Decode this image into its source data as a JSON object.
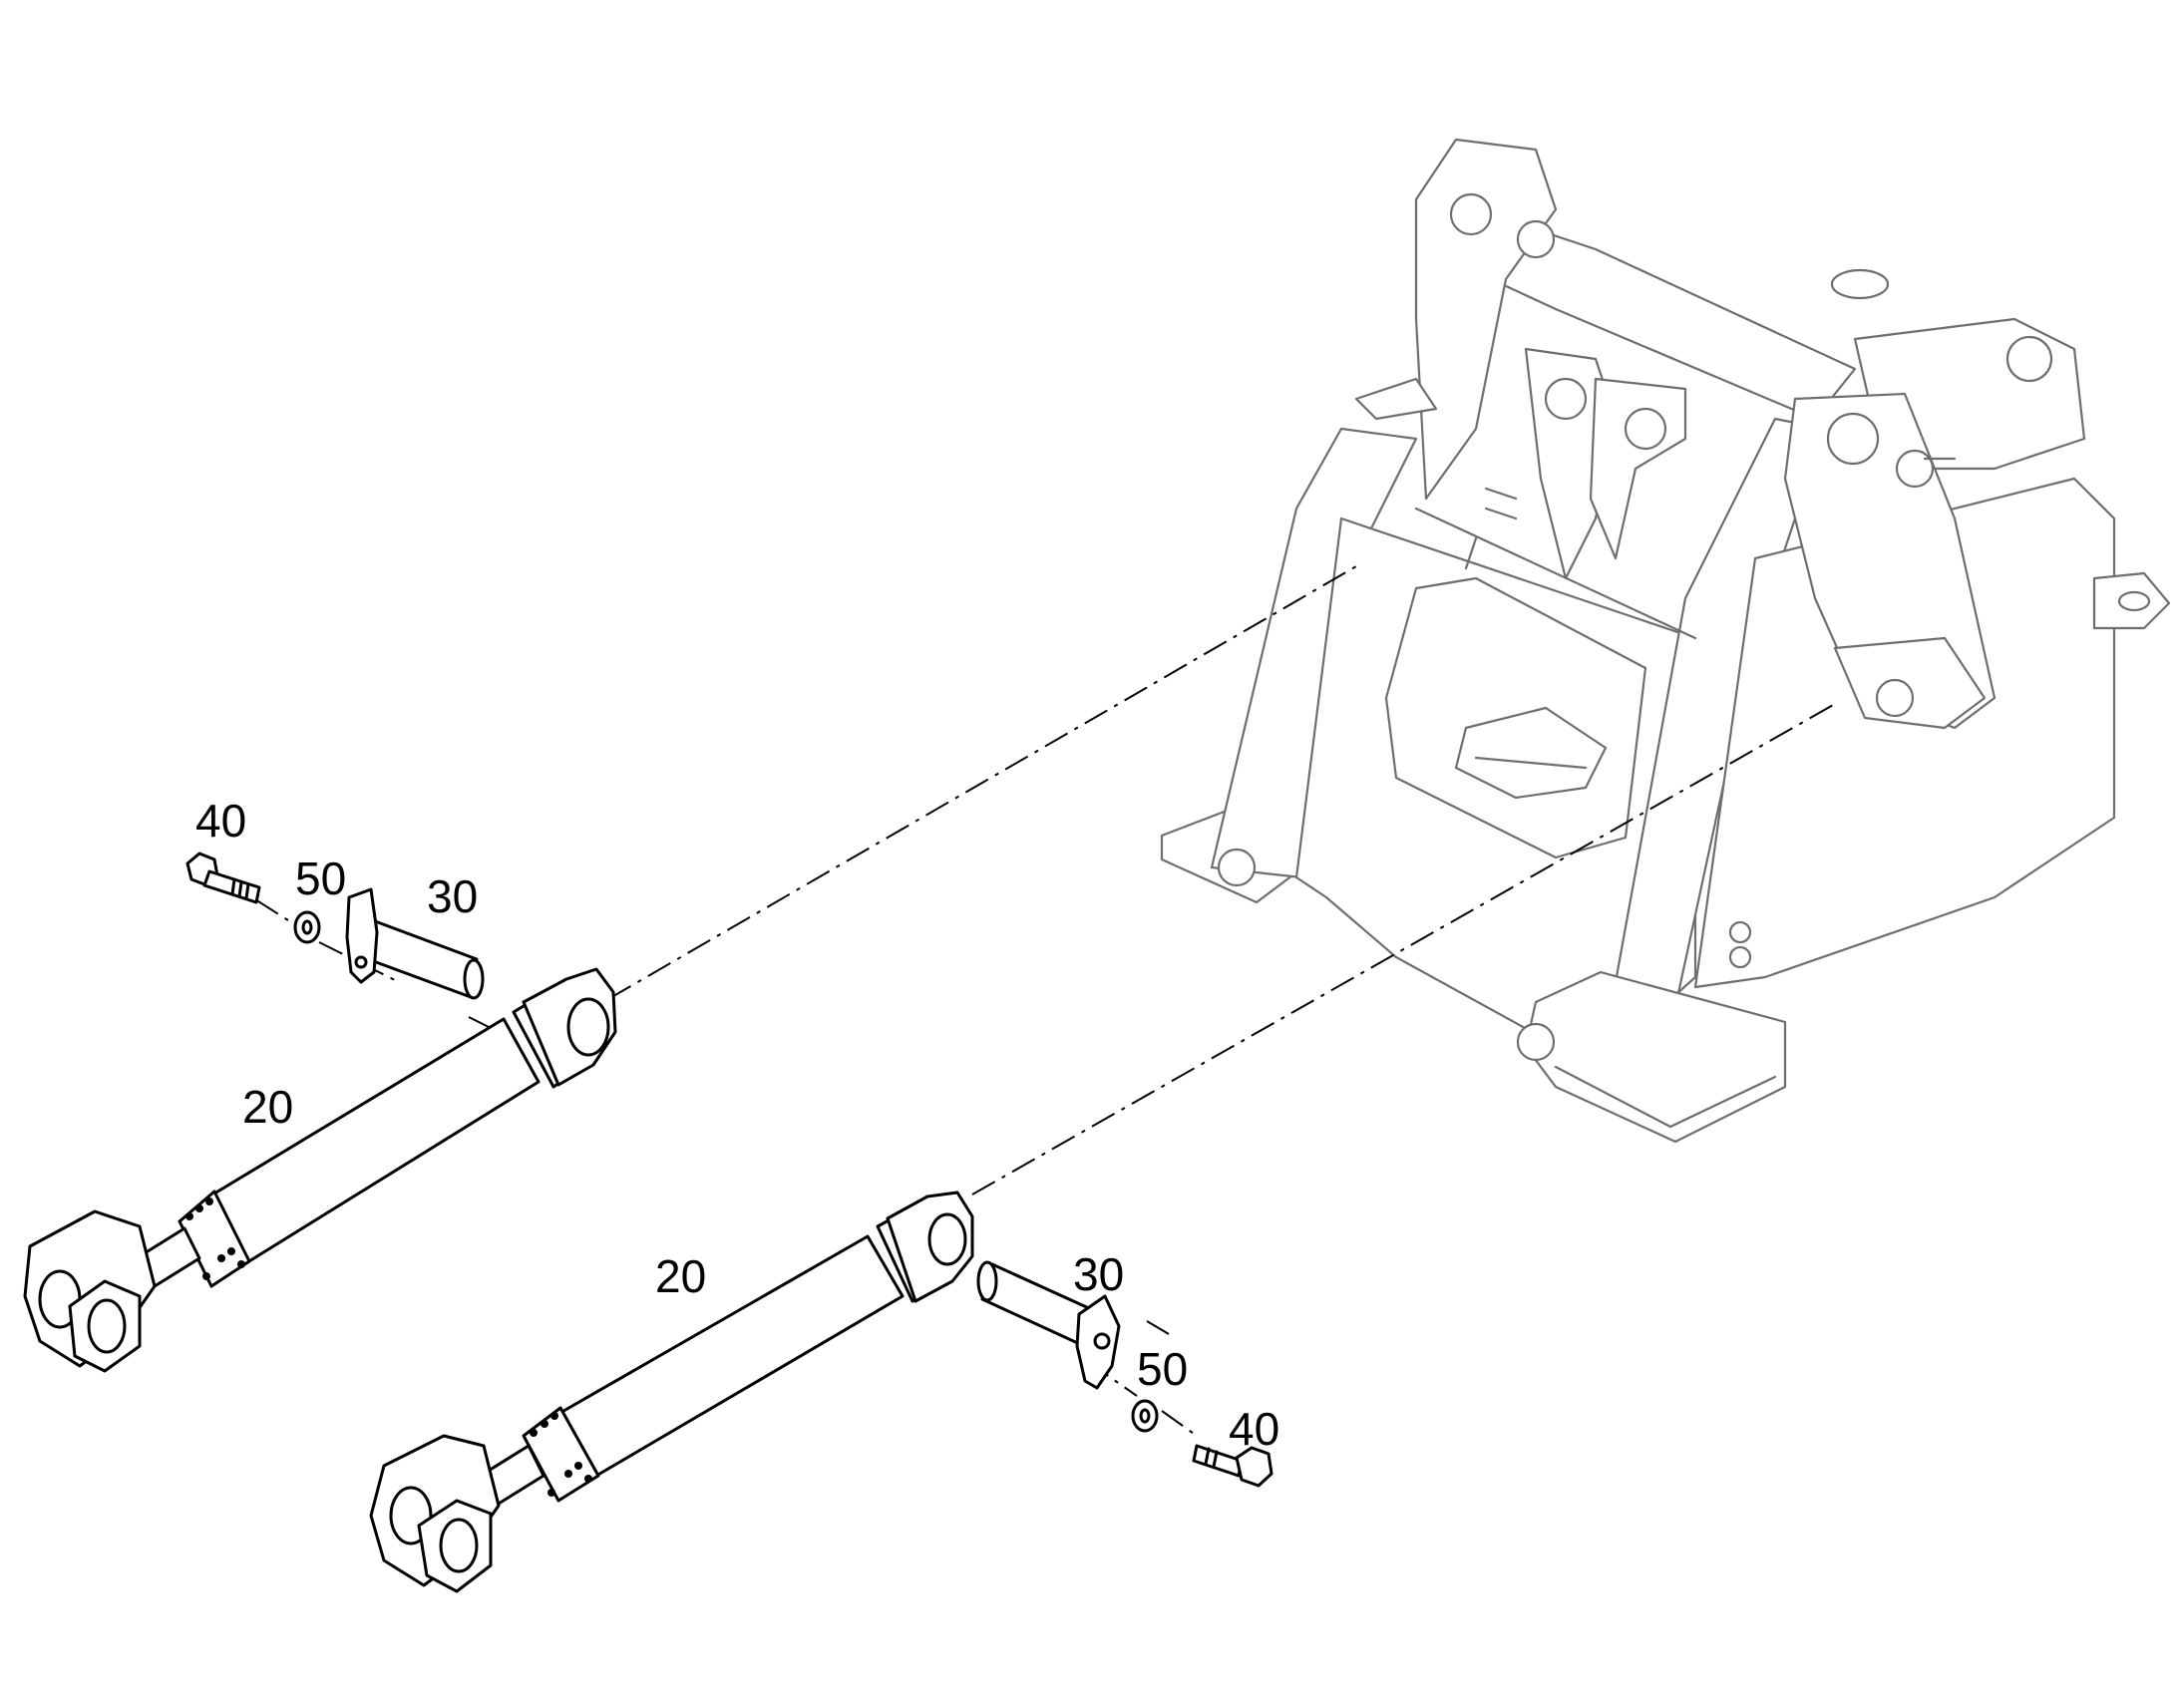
{
  "diagram": {
    "callouts": [
      {
        "id": "left-cylinder",
        "text": "20"
      },
      {
        "id": "left-pin",
        "text": "30"
      },
      {
        "id": "left-bolt",
        "text": "40"
      },
      {
        "id": "left-washer",
        "text": "50"
      },
      {
        "id": "right-cylinder",
        "text": "20"
      },
      {
        "id": "right-pin",
        "text": "30"
      },
      {
        "id": "right-washer",
        "text": "50"
      },
      {
        "id": "right-bolt",
        "text": "40"
      }
    ]
  }
}
